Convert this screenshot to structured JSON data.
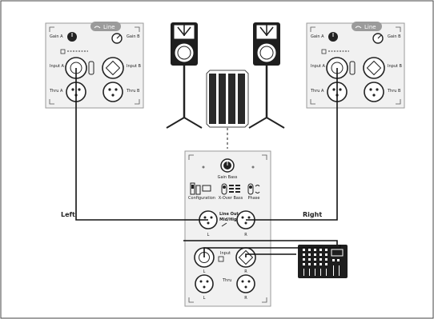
{
  "colors": {
    "line": "#111111",
    "panel": "#f1f1f1",
    "panel_border": "#9a9a9a",
    "device": "#1e1e1e",
    "label_bg": "#9b9b9b"
  },
  "satellite_panel_left": {
    "line_badge": "Line",
    "gain_a": "Gain A",
    "gain_b": "Gain B",
    "input_a": "Input A",
    "input_b": "Input B",
    "thru_a": "Thru A",
    "thru_b": "Thru B"
  },
  "satellite_panel_right": {
    "line_badge": "Line",
    "gain_a": "Gain A",
    "gain_b": "Gain B",
    "input_a": "Input A",
    "input_b": "Input B",
    "thru_a": "Thru A",
    "thru_b": "Thru B"
  },
  "sub_panel": {
    "gain_bass": "Gain Bass",
    "configuration": "Configuration",
    "x_over_bass": "X-Over Bass",
    "phase": "Phase",
    "line_out": "Line Out",
    "mid_high": "Mid/High",
    "input": "Input",
    "thru": "Thru",
    "out_l": "L",
    "out_r": "R",
    "in_l": "L",
    "in_r": "R",
    "thru_l": "L",
    "thru_r": "R"
  },
  "cables": {
    "left": "Left",
    "right": "Right"
  }
}
